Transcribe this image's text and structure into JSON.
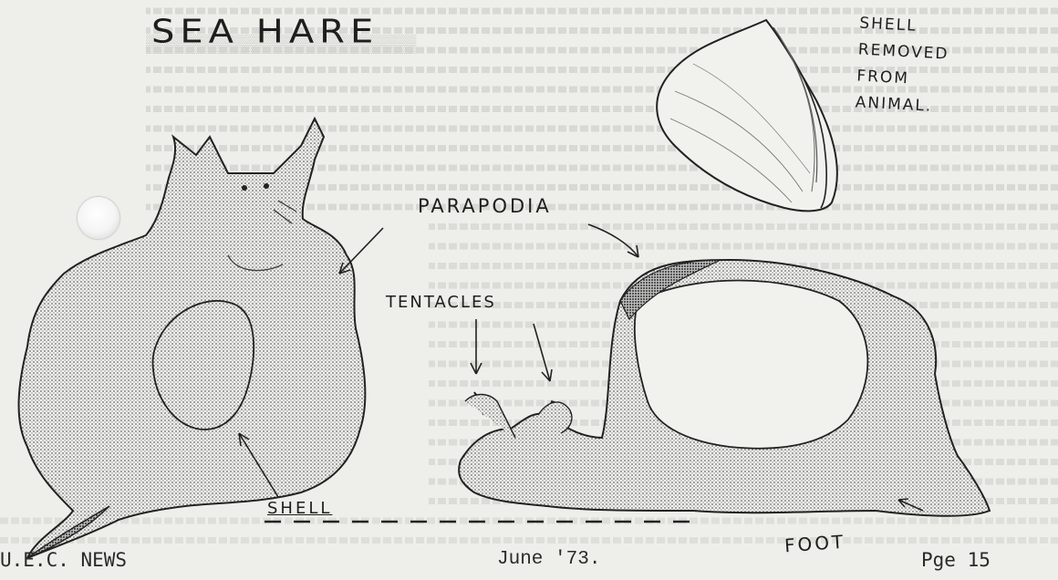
{
  "document": {
    "title": "SEA HARE",
    "shell_note": [
      "SHELL",
      "REMOVED",
      "FROM",
      "ANIMAL."
    ],
    "labels": {
      "parapodia": "PARAPODIA",
      "tentacles": "TENTACLES",
      "shell": "SHELL",
      "foot": "FOOT"
    },
    "footer": {
      "left": "U.E.C. NEWS",
      "center": "June '73.",
      "right": "Pge 15"
    }
  },
  "colors": {
    "paper": "#eeeeea",
    "ink": "#1e1e1e",
    "show_through_text": "#b9b9b4"
  }
}
